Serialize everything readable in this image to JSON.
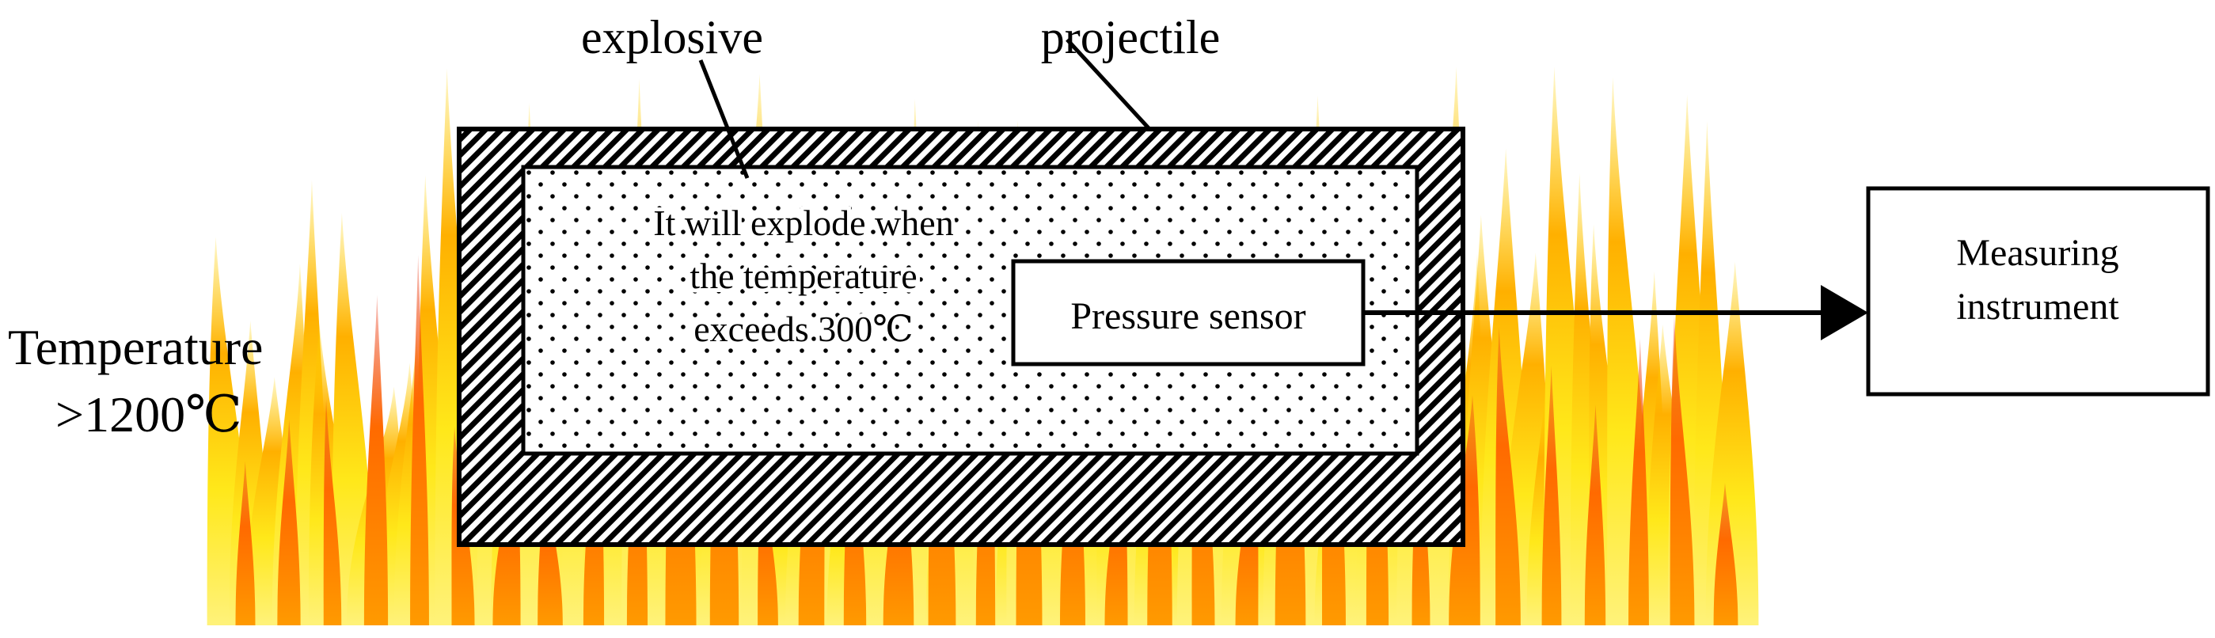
{
  "labels": {
    "explosive": "explosive",
    "projectile": "projectile",
    "explode_line1": "It will explode when",
    "explode_line2": "the temperature",
    "explode_line3": "exceeds 300℃",
    "sensor": "Pressure sensor",
    "instrument_line1": "Measuring",
    "instrument_line2": "instrument",
    "temp_line1": "Temperature",
    "temp_line2": ">1200℃"
  },
  "colors": {
    "flame_outer": "#FFE81A",
    "flame_mid": "#FFB000",
    "flame_hot": "#FF6A00",
    "flame_core": "#E8341A",
    "line": "#000000",
    "background": "#FFFFFF"
  },
  "icons": {
    "fire": "fire-icon",
    "arrow": "arrow-right-icon"
  }
}
